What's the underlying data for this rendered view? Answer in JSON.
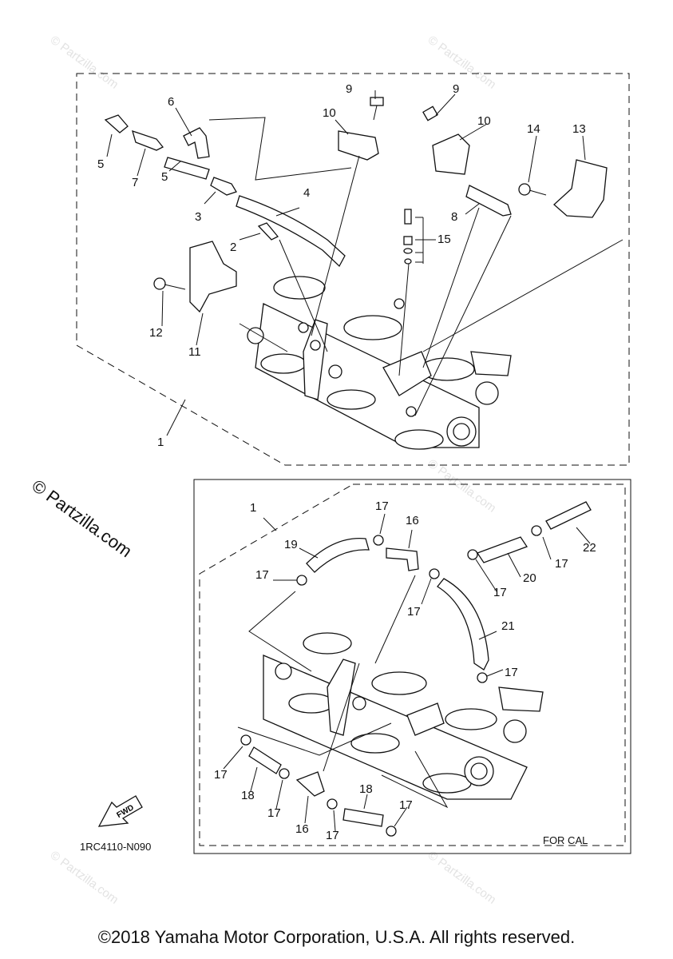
{
  "watermark": "© Partzilla.com",
  "small_watermark": "© Partzilla.com",
  "diagram_code": "1RC4110-N090",
  "fwd_label": "FWD",
  "for_cal_label": "FOR CAL",
  "copyright": "©2018 Yamaha Motor Corporation, U.S.A. All rights reserved.",
  "top_callouts": {
    "c1": "1",
    "c2": "2",
    "c3": "3",
    "c4": "4",
    "c5a": "5",
    "c5b": "5",
    "c6": "6",
    "c7": "7",
    "c8": "8",
    "c9a": "9",
    "c9b": "9",
    "c10a": "10",
    "c10b": "10",
    "c11": "11",
    "c12": "12",
    "c13": "13",
    "c14": "14",
    "c15": "15"
  },
  "bottom_callouts": {
    "c1": "1",
    "c16a": "16",
    "c16b": "16",
    "c17a": "17",
    "c17b": "17",
    "c17c": "17",
    "c17d": "17",
    "c17e": "17",
    "c17f": "17",
    "c17g": "17",
    "c17h": "17",
    "c17i": "17",
    "c17j": "17",
    "c18a": "18",
    "c18b": "18",
    "c19": "19",
    "c20": "20",
    "c21": "21",
    "c22": "22"
  }
}
